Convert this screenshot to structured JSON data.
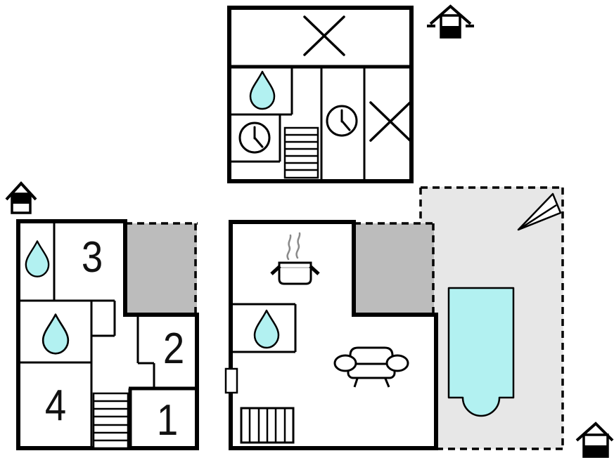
{
  "plan_title": "holiday-home-floor-plan",
  "rooms": {
    "bedroom1": {
      "label": "1"
    },
    "bedroom2": {
      "label": "2"
    },
    "bedroom3": {
      "label": "3"
    },
    "bedroom4": {
      "label": "4"
    }
  },
  "floors": [
    {
      "name": "basement",
      "indicator_icon": "house-section-basement-icon",
      "features": [
        "crossed-area",
        "water-drop",
        "clock",
        "clock",
        "stairs",
        "crossed-area"
      ]
    },
    {
      "name": "upper-floor",
      "indicator_icon": "house-section-upper-icon",
      "features": [
        "water-drop",
        "water-drop",
        "stairs",
        "covered-balcony",
        "bedrooms 1-4"
      ]
    },
    {
      "name": "ground-floor",
      "indicator_icon": "house-section-ground-icon",
      "features": [
        "cooking-pot",
        "water-drop",
        "sofa",
        "stairs",
        "door",
        "covered-terrace"
      ]
    }
  ],
  "outdoor": {
    "open_terrace": {
      "has_pool": true,
      "has_north_arrow": true
    }
  },
  "icons": {
    "water_drop": "teardrop",
    "clock": "clock-face",
    "crossed_area": "diagonal-cross",
    "stairs": "striped-rectangle",
    "cooking_pot": "pot-with-steam",
    "sofa": "couch",
    "pool": "pool-with-round-step",
    "north_arrow": "triangle-needle",
    "door": "wall-opening",
    "floor_indicator": "house-with-filled-section"
  },
  "colors": {
    "wall": "#000000",
    "water": "#b2f1f1",
    "terrace_covered": "#bcbcbc",
    "terrace_open": "#e7e7e7",
    "steam": "#8a8a8a",
    "room_number": "#111111"
  }
}
